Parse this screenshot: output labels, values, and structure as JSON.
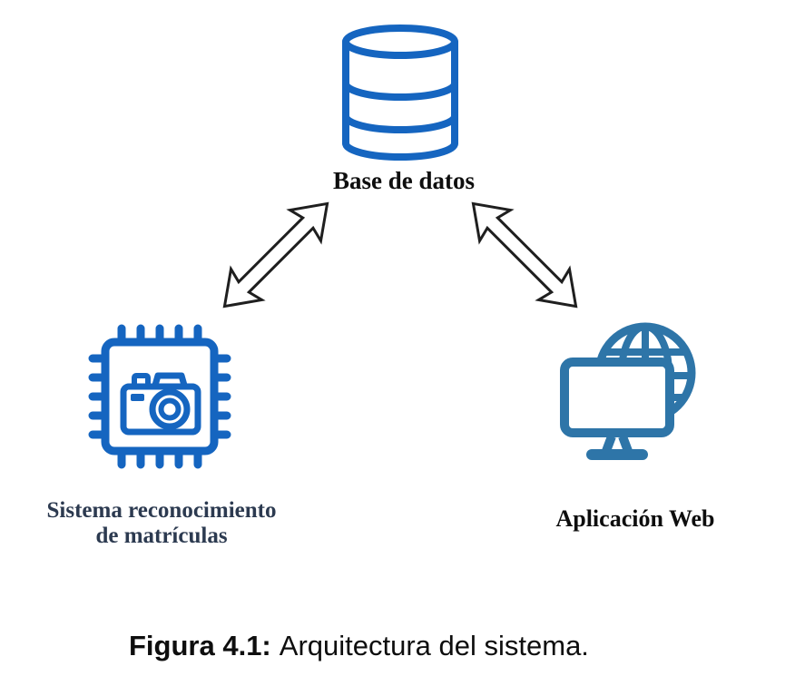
{
  "figure": {
    "type": "architecture-diagram",
    "caption_label": "Figura 4.1:",
    "caption_text": "Arquitectura del sistema."
  },
  "nodes": {
    "database": {
      "label": "Base de datos",
      "icon": "database-cylinder-icon"
    },
    "recognition": {
      "line1": "Sistema reconocimiento",
      "line2": "de matrículas",
      "icon": "chip-camera-icon"
    },
    "webapp": {
      "label": "Aplicación Web",
      "icon": "globe-monitor-icon"
    }
  },
  "connectors": [
    {
      "name": "database-recognition",
      "style": "double-headed-outline-arrow"
    },
    {
      "name": "database-webapp",
      "style": "double-headed-outline-arrow"
    }
  ],
  "colors": {
    "icon_blue": "#1565c0",
    "icon_steel_blue": "#2e75a8",
    "arrow_outline": "#1f1f1f",
    "label_dark": "#0e0e0e",
    "label_navy": "#2c3a50",
    "background": "#ffffff"
  }
}
